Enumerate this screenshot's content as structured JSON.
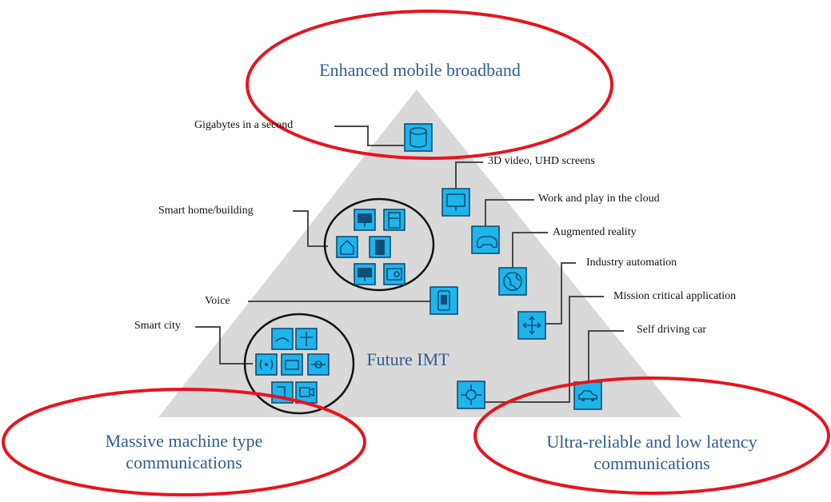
{
  "corners": {
    "top": "Enhanced mobile broadband",
    "bottom_left_line1": "Massive machine type",
    "bottom_left_line2": "communications",
    "bottom_right_line1": "Ultra-reliable and low latency",
    "bottom_right_line2": "communications"
  },
  "center_label": "Future IMT",
  "labels": {
    "gigabytes": "Gigabytes in a second",
    "video": "3D video, UHD screens",
    "cloud": "Work and play in the cloud",
    "ar": "Augmented reality",
    "smart_home": "Smart home/building",
    "industry": "Industry automation",
    "mission": "Mission critical application",
    "voice": "Voice",
    "smart_city": "Smart city",
    "self_driving": "Self driving car"
  },
  "colors": {
    "triangle": "#d9d9d9",
    "icon_fill": "#1eb4ec",
    "icon_stroke": "#0f4f75",
    "highlight": "#e8141c",
    "corner_text": "#2f5d8c",
    "leader": "#4a4a4a"
  },
  "icons": [
    "database-icon",
    "monitor-icon",
    "gamepad-icon",
    "globe-icon",
    "tablet-icon",
    "arrows-icon",
    "crosshair-icon",
    "car-icon",
    "home-icon",
    "fridge-icon",
    "washer-icon",
    "server-icon",
    "wifi-icon",
    "camera-icon",
    "sensor-icon"
  ]
}
